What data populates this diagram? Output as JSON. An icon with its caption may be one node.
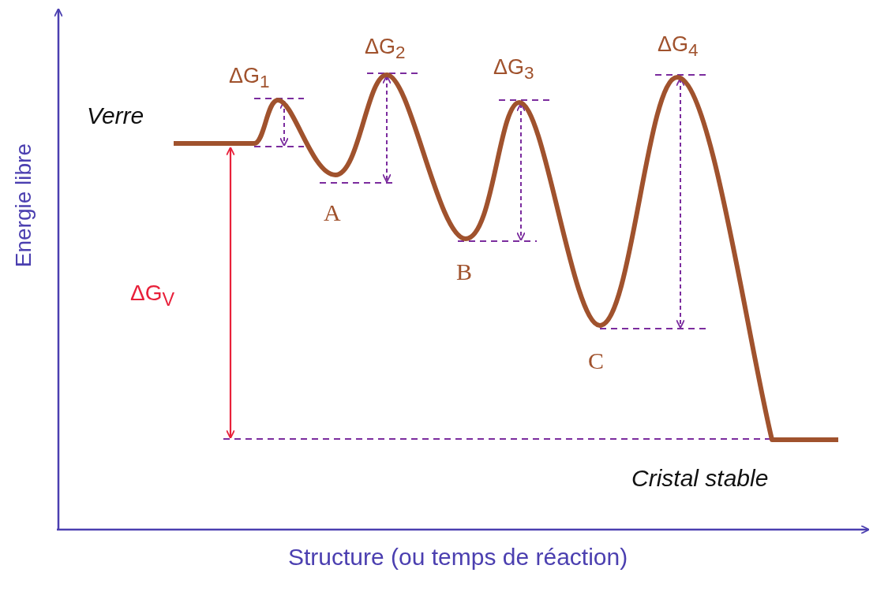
{
  "diagram": {
    "labels": [
      "Verre",
      "ΔG$_{1}$",
      "ΔG$_{2}$",
      "ΔG$_{3}$",
      "ΔG$_{4}$",
      "A",
      "B",
      "C",
      "ΔG$_{V}$",
      "Cristal stable",
      "Energie libre",
      "Structure (ou temps de réaction)"
    ]
  }
}
